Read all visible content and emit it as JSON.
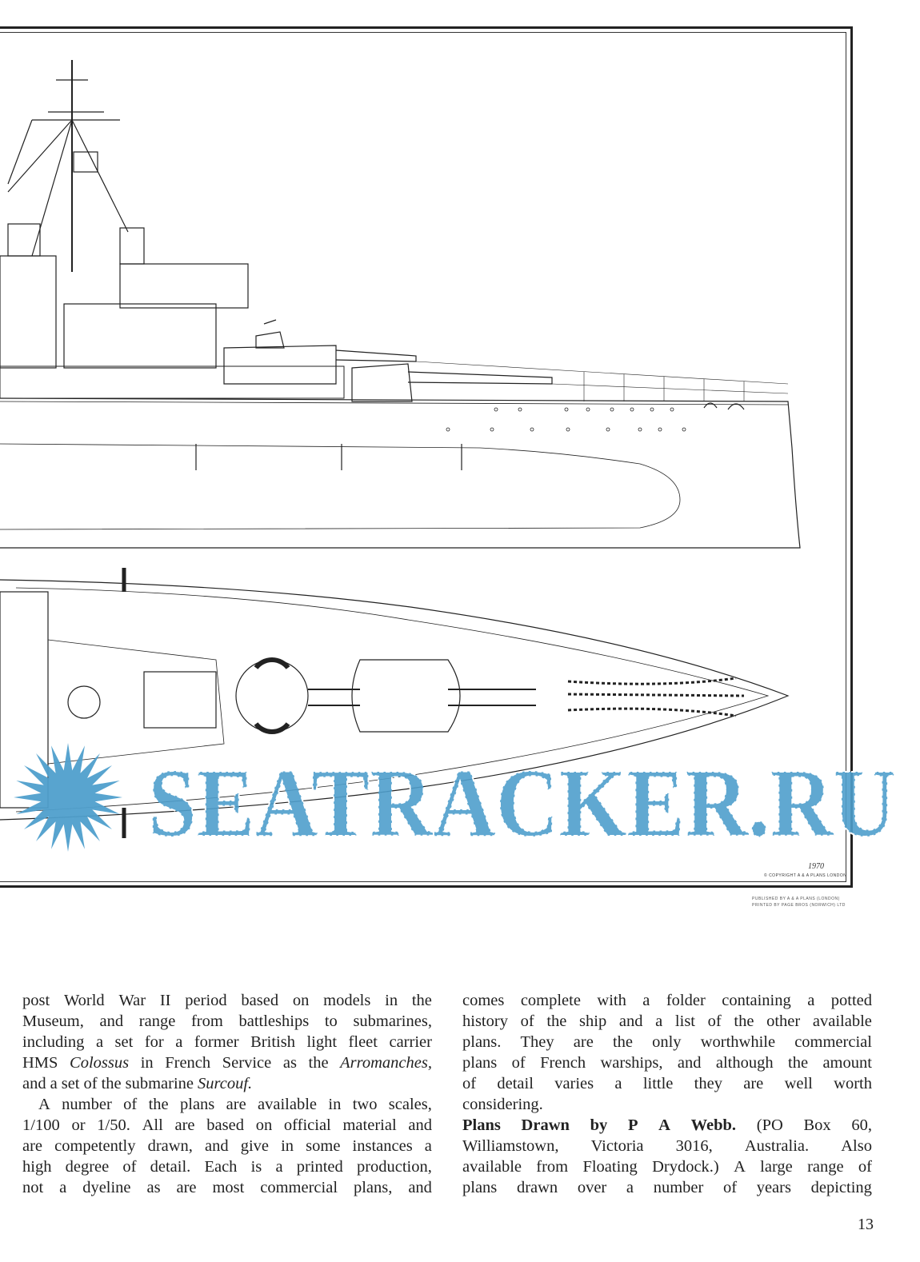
{
  "plan": {
    "copyright": "© COPYRIGHT A & A PLANS LONDON",
    "signature": "1970",
    "publisher": [
      "PUBLISHED BY A & A PLANS (LONDON)",
      "PRINTED BY PAGE BROS (NORWICH) LTD"
    ]
  },
  "article": {
    "left_column": [
      {
        "words": [
          [
            "post"
          ],
          [
            "World"
          ],
          [
            "War"
          ],
          [
            "II"
          ],
          [
            "period"
          ],
          [
            "based"
          ],
          [
            "on"
          ],
          [
            "models"
          ],
          [
            "in"
          ],
          [
            "the"
          ]
        ]
      },
      {
        "words": [
          [
            "Museum,"
          ],
          [
            "and"
          ],
          [
            "range"
          ],
          [
            "from"
          ],
          [
            "battleships"
          ],
          [
            "to"
          ],
          [
            "submarines,"
          ]
        ]
      },
      {
        "words": [
          [
            "including"
          ],
          [
            "a"
          ],
          [
            "set"
          ],
          [
            "for"
          ],
          [
            "a"
          ],
          [
            "former"
          ],
          [
            "British"
          ],
          [
            "light"
          ],
          [
            "fleet"
          ],
          [
            "carrier"
          ]
        ]
      },
      {
        "words": [
          [
            "HMS"
          ],
          [
            "Colossus",
            "i"
          ],
          [
            "in"
          ],
          [
            "French"
          ],
          [
            "Service"
          ],
          [
            "as"
          ],
          [
            "the"
          ],
          [
            "Arromanches,",
            "i"
          ]
        ]
      },
      {
        "last": true,
        "words": [
          [
            "and"
          ],
          [
            "a"
          ],
          [
            "set"
          ],
          [
            "of"
          ],
          [
            "the"
          ],
          [
            "submarine"
          ],
          [
            "Surcouf.",
            "i"
          ]
        ]
      },
      {
        "indent": true,
        "words": [
          [
            "A"
          ],
          [
            "number"
          ],
          [
            "of"
          ],
          [
            "the"
          ],
          [
            "plans"
          ],
          [
            "are"
          ],
          [
            "available"
          ],
          [
            "in"
          ],
          [
            "two"
          ],
          [
            "scales,"
          ]
        ]
      },
      {
        "words": [
          [
            "1/100"
          ],
          [
            "or"
          ],
          [
            "1/50."
          ],
          [
            "All"
          ],
          [
            "are"
          ],
          [
            "based"
          ],
          [
            "on"
          ],
          [
            "official"
          ],
          [
            "material"
          ],
          [
            "and"
          ]
        ]
      },
      {
        "words": [
          [
            "are"
          ],
          [
            "competently"
          ],
          [
            "drawn,"
          ],
          [
            "and"
          ],
          [
            "give"
          ],
          [
            "in"
          ],
          [
            "some"
          ],
          [
            "instances"
          ],
          [
            "a"
          ]
        ]
      },
      {
        "words": [
          [
            "high"
          ],
          [
            "degree"
          ],
          [
            "of"
          ],
          [
            "detail."
          ],
          [
            "Each"
          ],
          [
            "is"
          ],
          [
            "a"
          ],
          [
            "printed"
          ],
          [
            "production,"
          ]
        ]
      },
      {
        "words": [
          [
            "not"
          ],
          [
            "a"
          ],
          [
            "dyeline"
          ],
          [
            "as"
          ],
          [
            "are"
          ],
          [
            "most"
          ],
          [
            "commercial"
          ],
          [
            "plans,"
          ],
          [
            "and"
          ]
        ]
      }
    ],
    "right_column": [
      {
        "words": [
          [
            "comes"
          ],
          [
            "complete"
          ],
          [
            "with"
          ],
          [
            "a"
          ],
          [
            "folder"
          ],
          [
            "containing"
          ],
          [
            "a"
          ],
          [
            "potted"
          ]
        ]
      },
      {
        "words": [
          [
            "history"
          ],
          [
            "of"
          ],
          [
            "the"
          ],
          [
            "ship"
          ],
          [
            "and"
          ],
          [
            "a"
          ],
          [
            "list"
          ],
          [
            "of"
          ],
          [
            "the"
          ],
          [
            "other"
          ],
          [
            "available"
          ]
        ]
      },
      {
        "words": [
          [
            "plans."
          ],
          [
            "They"
          ],
          [
            "are"
          ],
          [
            "the"
          ],
          [
            "only"
          ],
          [
            "worthwhile"
          ],
          [
            "commercial"
          ]
        ]
      },
      {
        "words": [
          [
            "plans"
          ],
          [
            "of"
          ],
          [
            "French"
          ],
          [
            "warships,"
          ],
          [
            "and"
          ],
          [
            "although"
          ],
          [
            "the"
          ],
          [
            "amount"
          ]
        ]
      },
      {
        "words": [
          [
            "of"
          ],
          [
            "detail"
          ],
          [
            "varies"
          ],
          [
            "a"
          ],
          [
            "little"
          ],
          [
            "they"
          ],
          [
            "are"
          ],
          [
            "well"
          ],
          [
            "worth"
          ]
        ]
      },
      {
        "last": true,
        "words": [
          [
            "considering."
          ]
        ]
      },
      {
        "words": [
          [
            "Plans",
            "b"
          ],
          [
            "Drawn",
            "b"
          ],
          [
            "by",
            "b"
          ],
          [
            "P",
            "b"
          ],
          [
            "A",
            "b"
          ],
          [
            "Webb.",
            "b"
          ],
          [
            "(PO"
          ],
          [
            "Box"
          ],
          [
            "60,"
          ]
        ]
      },
      {
        "words": [
          [
            "Williamstown,"
          ],
          [
            "Victoria"
          ],
          [
            "3016,"
          ],
          [
            "Australia."
          ],
          [
            "Also"
          ]
        ]
      },
      {
        "words": [
          [
            "available"
          ],
          [
            "from"
          ],
          [
            "Floating"
          ],
          [
            "Drydock.)"
          ],
          [
            "A"
          ],
          [
            "large"
          ],
          [
            "range"
          ],
          [
            "of"
          ]
        ]
      },
      {
        "words": [
          [
            "plans"
          ],
          [
            "drawn"
          ],
          [
            "over"
          ],
          [
            "a"
          ],
          [
            "number"
          ],
          [
            "of"
          ],
          [
            "years"
          ],
          [
            "depicting"
          ]
        ]
      }
    ],
    "page_number": "13"
  },
  "watermark": {
    "text": "SEATRACKER.RU",
    "color": "#4f9fcc"
  }
}
